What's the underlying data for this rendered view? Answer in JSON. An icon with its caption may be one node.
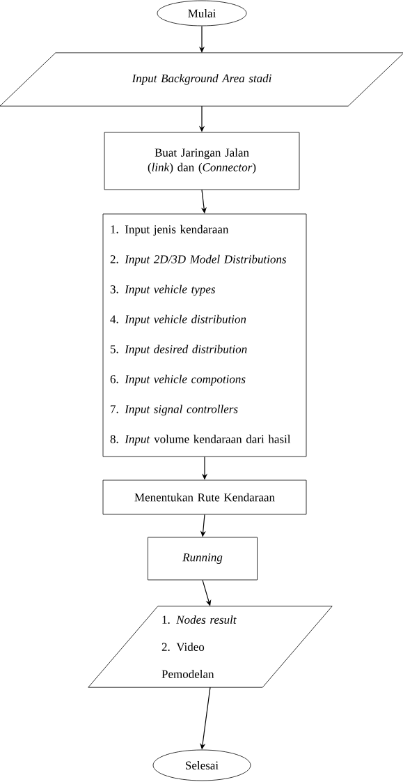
{
  "diagram": {
    "nodes": [
      {
        "text": [
          "Mulai"
        ]
      },
      {
        "text": [
          "Input Background Area stadi"
        ]
      },
      {
        "text": [
          "Buat Jaringan Jalan (*link*) dan (*Connector*)"
        ]
      },
      {
        "text": [
          "1.  Input jenis kendaraan",
          "2.  *Input 2D/3D Model Distributions*",
          "3.  *Input vehicle types*",
          "4.  *Input vehicle distribution*",
          "5.  *Input desired distribution*",
          "6.  *Input vehicle compotions*",
          "7.  *Input signal controllers*",
          "8.  *Input* volume kendaraan dari hasil"
        ]
      },
      {
        "text": [
          "Menentukan Rute Kendaraan"
        ]
      },
      {
        "text": [
          "Running"
        ]
      },
      {
        "text": [
          "1.  *Nodes result*",
          "2.  Video Pemodelan"
        ]
      },
      {
        "text": [
          "Selesai"
        ]
      }
    ],
    "edges": [
      {
        "from": 0,
        "to": 1,
        "arrow": "to"
      },
      {
        "from": 1,
        "to": 2,
        "arrow": "to"
      },
      {
        "from": 2,
        "to": 3,
        "arrow": "to"
      },
      {
        "from": 3,
        "to": 4,
        "arrow": "to"
      },
      {
        "from": 4,
        "to": 5,
        "arrow": "to"
      },
      {
        "from": 5,
        "to": 6,
        "arrow": "to"
      },
      {
        "from": 6,
        "to": 7,
        "arrow": "to"
      }
    ]
  }
}
